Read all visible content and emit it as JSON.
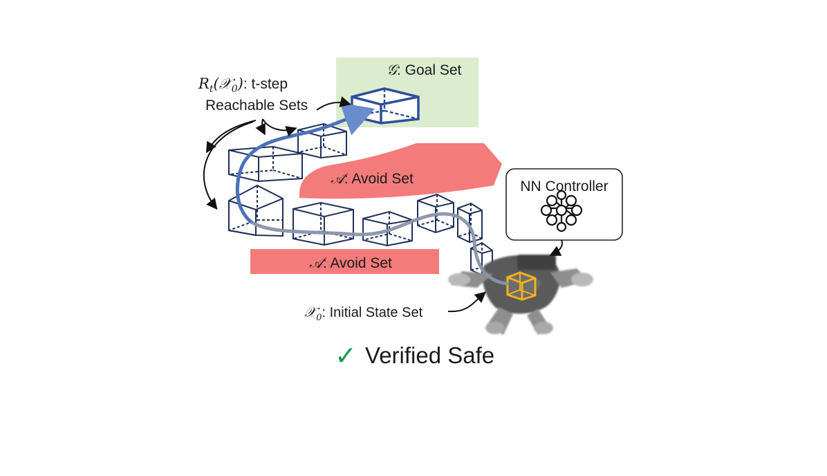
{
  "goal_label": {
    "symbol": "𝒢",
    "text": ": Goal Set"
  },
  "reachable_label": {
    "symbol_base": "R",
    "symbol_sub": "t",
    "symbol_arg": "(𝒳",
    "symbol_arg_sub": "0",
    "symbol_close": ")",
    "line1_rest": ": t-step",
    "line2": "Reachable Sets"
  },
  "avoid_upper": {
    "symbol": "𝒜",
    "text": ": Avoid Set"
  },
  "avoid_lower": {
    "symbol": "𝒜",
    "text": ": Avoid Set"
  },
  "controller_label": "NN Controller",
  "initial_label": {
    "symbol": "𝒳",
    "sub": "0",
    "text": ": Initial State Set"
  },
  "verdict": {
    "check": "✓",
    "text": "Verified Safe"
  },
  "colors": {
    "goal_region": "#dceccf",
    "avoid_region": "#f47b7b",
    "box_stroke": "#1f2f5a",
    "goal_box_stroke": "#2f4f9a",
    "trajectory_blue": "#4a72b8",
    "trajectory_gray": "#8a93a8",
    "initial_box": "#f2b21a",
    "check_green": "#1f9a4f"
  },
  "icons": [
    "quadrotor-drone-icon",
    "neural-network-icon",
    "checkmark-icon"
  ]
}
